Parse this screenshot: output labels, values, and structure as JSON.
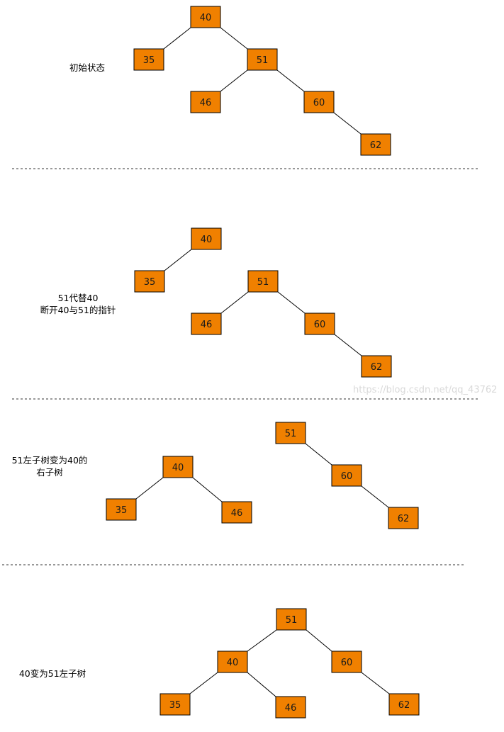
{
  "colors": {
    "node_fill": "#f08000",
    "node_stroke": "#000000",
    "background": "#ffffff"
  },
  "watermarks": [
    "https://blog.csdn.net/qq_43762"
  ],
  "panels": [
    {
      "caption_lines": [
        "初始状态"
      ],
      "nodes": [
        {
          "id": "p1-40",
          "label": "40"
        },
        {
          "id": "p1-35",
          "label": "35"
        },
        {
          "id": "p1-51",
          "label": "51"
        },
        {
          "id": "p1-46",
          "label": "46"
        },
        {
          "id": "p1-60",
          "label": "60"
        },
        {
          "id": "p1-62",
          "label": "62"
        }
      ],
      "edges": [
        [
          "p1-40",
          "p1-35"
        ],
        [
          "p1-40",
          "p1-51"
        ],
        [
          "p1-51",
          "p1-46"
        ],
        [
          "p1-51",
          "p1-60"
        ],
        [
          "p1-60",
          "p1-62"
        ]
      ]
    },
    {
      "caption_lines": [
        "51代替40",
        "断开40与51的指针"
      ],
      "nodes": [
        {
          "id": "p2-40",
          "label": "40"
        },
        {
          "id": "p2-35",
          "label": "35"
        },
        {
          "id": "p2-51",
          "label": "51"
        },
        {
          "id": "p2-46",
          "label": "46"
        },
        {
          "id": "p2-60",
          "label": "60"
        },
        {
          "id": "p2-62",
          "label": "62"
        }
      ],
      "edges": [
        [
          "p2-40",
          "p2-35"
        ],
        [
          "p2-51",
          "p2-46"
        ],
        [
          "p2-51",
          "p2-60"
        ],
        [
          "p2-60",
          "p2-62"
        ]
      ]
    },
    {
      "caption_lines": [
        "51左子树变为40的",
        "右子树"
      ],
      "nodes": [
        {
          "id": "p3-51",
          "label": "51"
        },
        {
          "id": "p3-40",
          "label": "40"
        },
        {
          "id": "p3-60",
          "label": "60"
        },
        {
          "id": "p3-35",
          "label": "35"
        },
        {
          "id": "p3-46",
          "label": "46"
        },
        {
          "id": "p3-62",
          "label": "62"
        }
      ],
      "edges": [
        [
          "p3-51",
          "p3-60"
        ],
        [
          "p3-60",
          "p3-62"
        ],
        [
          "p3-40",
          "p3-35"
        ],
        [
          "p3-40",
          "p3-46"
        ]
      ]
    },
    {
      "caption_lines": [
        "40变为51左子树"
      ],
      "nodes": [
        {
          "id": "p4-51",
          "label": "51"
        },
        {
          "id": "p4-40",
          "label": "40"
        },
        {
          "id": "p4-60",
          "label": "60"
        },
        {
          "id": "p4-35",
          "label": "35"
        },
        {
          "id": "p4-46",
          "label": "46"
        },
        {
          "id": "p4-62",
          "label": "62"
        }
      ],
      "edges": [
        [
          "p4-51",
          "p4-40"
        ],
        [
          "p4-51",
          "p4-60"
        ],
        [
          "p4-40",
          "p4-35"
        ],
        [
          "p4-40",
          "p4-46"
        ],
        [
          "p4-60",
          "p4-62"
        ]
      ]
    }
  ]
}
